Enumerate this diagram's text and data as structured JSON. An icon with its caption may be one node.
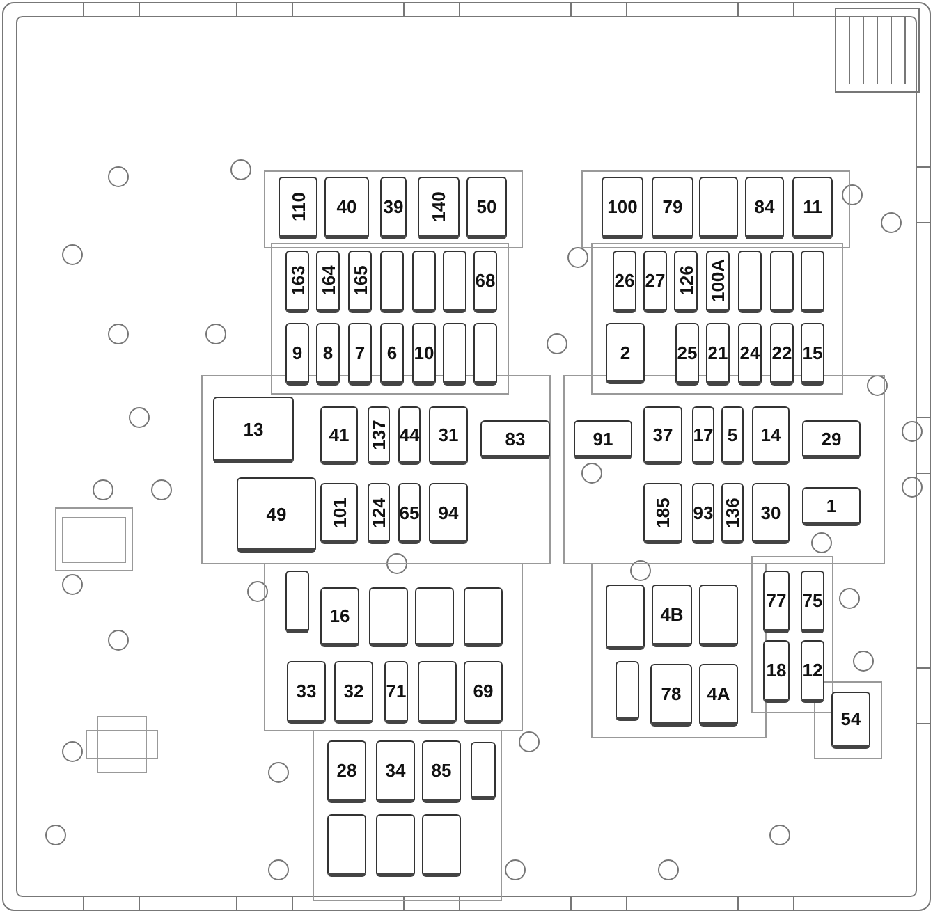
{
  "diagram": {
    "nodes": [
      {
        "text": [
          "110"
        ]
      },
      {
        "text": [
          "40"
        ]
      },
      {
        "text": [
          "39"
        ]
      },
      {
        "text": [
          "140"
        ]
      },
      {
        "text": [
          "50"
        ]
      },
      {
        "text": [
          "100"
        ]
      },
      {
        "text": [
          "79"
        ]
      },
      {
        "text": [],
        "shape": "box"
      },
      {
        "text": [
          "84"
        ]
      },
      {
        "text": [
          "11"
        ]
      },
      {
        "text": [
          "163"
        ]
      },
      {
        "text": [
          "164"
        ]
      },
      {
        "text": [
          "165"
        ]
      },
      {
        "text": [],
        "shape": "box"
      },
      {
        "text": [],
        "shape": "box"
      },
      {
        "text": [],
        "shape": "box"
      },
      {
        "text": [
          "68"
        ]
      },
      {
        "text": [
          "26"
        ]
      },
      {
        "text": [
          "27"
        ]
      },
      {
        "text": [
          "126"
        ]
      },
      {
        "text": [
          "100A"
        ]
      },
      {
        "text": [],
        "shape": "box"
      },
      {
        "text": [],
        "shape": "box"
      },
      {
        "text": [],
        "shape": "box"
      },
      {
        "text": [
          "9"
        ]
      },
      {
        "text": [
          "8"
        ]
      },
      {
        "text": [
          "7"
        ]
      },
      {
        "text": [
          "6"
        ]
      },
      {
        "text": [
          "10"
        ]
      },
      {
        "text": [],
        "shape": "box"
      },
      {
        "text": [],
        "shape": "box"
      },
      {
        "text": [
          "2"
        ]
      },
      {
        "text": [
          "25"
        ]
      },
      {
        "text": [
          "21"
        ]
      },
      {
        "text": [
          "24"
        ]
      },
      {
        "text": [
          "22"
        ]
      },
      {
        "text": [
          "15"
        ]
      },
      {
        "text": [
          "13"
        ]
      },
      {
        "text": [
          "41"
        ]
      },
      {
        "text": [
          "137"
        ]
      },
      {
        "text": [
          "44"
        ]
      },
      {
        "text": [
          "31"
        ]
      },
      {
        "text": [
          "83"
        ]
      },
      {
        "text": [
          "91"
        ]
      },
      {
        "text": [
          "37"
        ]
      },
      {
        "text": [
          "17"
        ]
      },
      {
        "text": [
          "5"
        ]
      },
      {
        "text": [
          "14"
        ]
      },
      {
        "text": [
          "29"
        ]
      },
      {
        "text": [
          "49"
        ]
      },
      {
        "text": [
          "101"
        ]
      },
      {
        "text": [
          "124"
        ]
      },
      {
        "text": [
          "65"
        ]
      },
      {
        "text": [
          "94"
        ]
      },
      {
        "text": [
          "185"
        ]
      },
      {
        "text": [
          "93"
        ]
      },
      {
        "text": [
          "136"
        ]
      },
      {
        "text": [
          "30"
        ]
      },
      {
        "text": [
          "1"
        ]
      },
      {
        "text": [],
        "shape": "box"
      },
      {
        "text": [
          "16"
        ]
      },
      {
        "text": [],
        "shape": "box"
      },
      {
        "text": [],
        "shape": "box"
      },
      {
        "text": [],
        "shape": "box"
      },
      {
        "text": [],
        "shape": "box"
      },
      {
        "text": [
          "4B"
        ]
      },
      {
        "text": [],
        "shape": "box"
      },
      {
        "text": [
          "77"
        ]
      },
      {
        "text": [
          "75"
        ]
      },
      {
        "text": [
          "18"
        ]
      },
      {
        "text": [
          "12"
        ]
      },
      {
        "text": [
          "33"
        ]
      },
      {
        "text": [
          "32"
        ]
      },
      {
        "text": [
          "71"
        ]
      },
      {
        "text": [],
        "shape": "box"
      },
      {
        "text": [
          "69"
        ]
      },
      {
        "text": [],
        "shape": "box"
      },
      {
        "text": [
          "78"
        ]
      },
      {
        "text": [
          "4A"
        ]
      },
      {
        "text": [
          "54"
        ]
      },
      {
        "text": [
          "28"
        ]
      },
      {
        "text": [
          "34"
        ]
      },
      {
        "text": [
          "85"
        ]
      },
      {
        "text": [],
        "shape": "box"
      },
      {
        "text": [],
        "shape": "box"
      },
      {
        "text": [],
        "shape": "box"
      },
      {
        "text": [],
        "shape": "box"
      }
    ]
  }
}
